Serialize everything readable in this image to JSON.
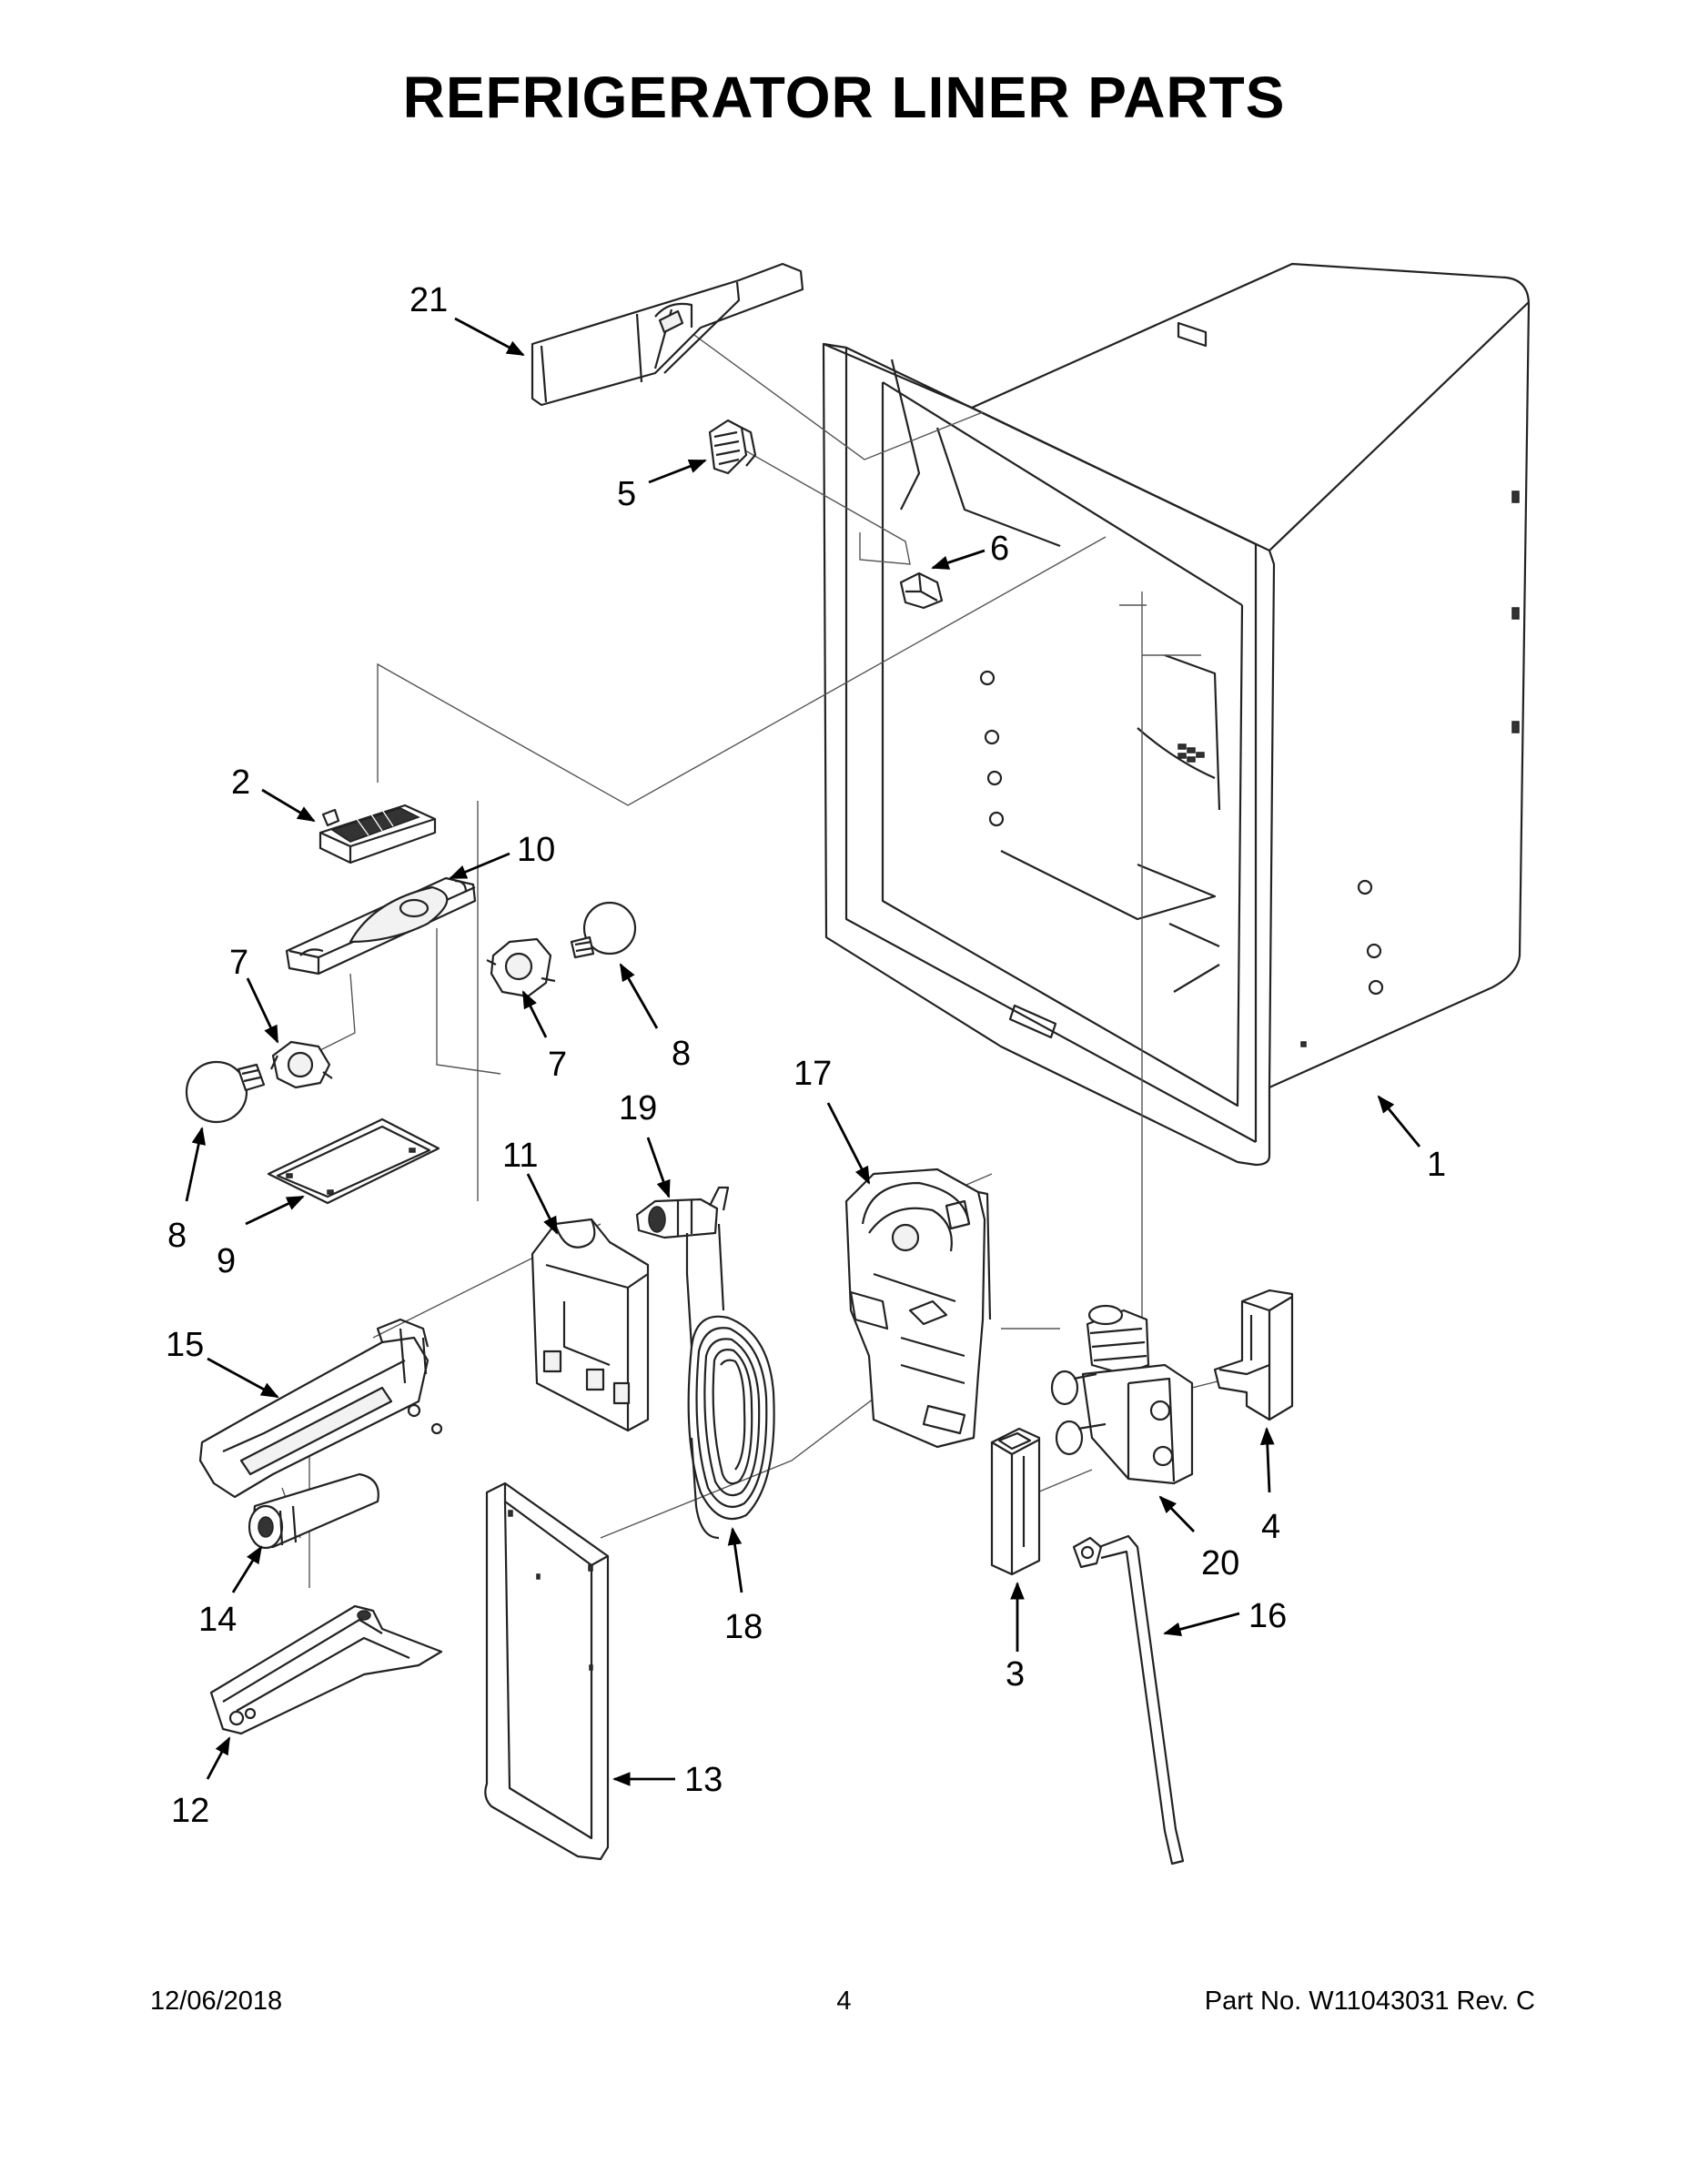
{
  "title": "REFRIGERATOR LINER PARTS",
  "footer": {
    "date": "12/06/2018",
    "page": "4",
    "part_number": "Part No.  W11043031  Rev.  C"
  },
  "callouts": [
    {
      "id": "c21",
      "label": "21"
    },
    {
      "id": "c5",
      "label": "5"
    },
    {
      "id": "c6",
      "label": "6"
    },
    {
      "id": "c2",
      "label": "2"
    },
    {
      "id": "c10",
      "label": "10"
    },
    {
      "id": "c7a",
      "label": "7"
    },
    {
      "id": "c7b",
      "label": "7"
    },
    {
      "id": "c8a",
      "label": "8"
    },
    {
      "id": "c8b",
      "label": "8"
    },
    {
      "id": "c9",
      "label": "9"
    },
    {
      "id": "c19",
      "label": "19"
    },
    {
      "id": "c17",
      "label": "17"
    },
    {
      "id": "c1",
      "label": "1"
    },
    {
      "id": "c11",
      "label": "11"
    },
    {
      "id": "c15",
      "label": "15"
    },
    {
      "id": "c14",
      "label": "14"
    },
    {
      "id": "c18",
      "label": "18"
    },
    {
      "id": "c4",
      "label": "4"
    },
    {
      "id": "c20",
      "label": "20"
    },
    {
      "id": "c16",
      "label": "16"
    },
    {
      "id": "c3",
      "label": "3"
    },
    {
      "id": "c12",
      "label": "12"
    },
    {
      "id": "c13",
      "label": "13"
    }
  ]
}
